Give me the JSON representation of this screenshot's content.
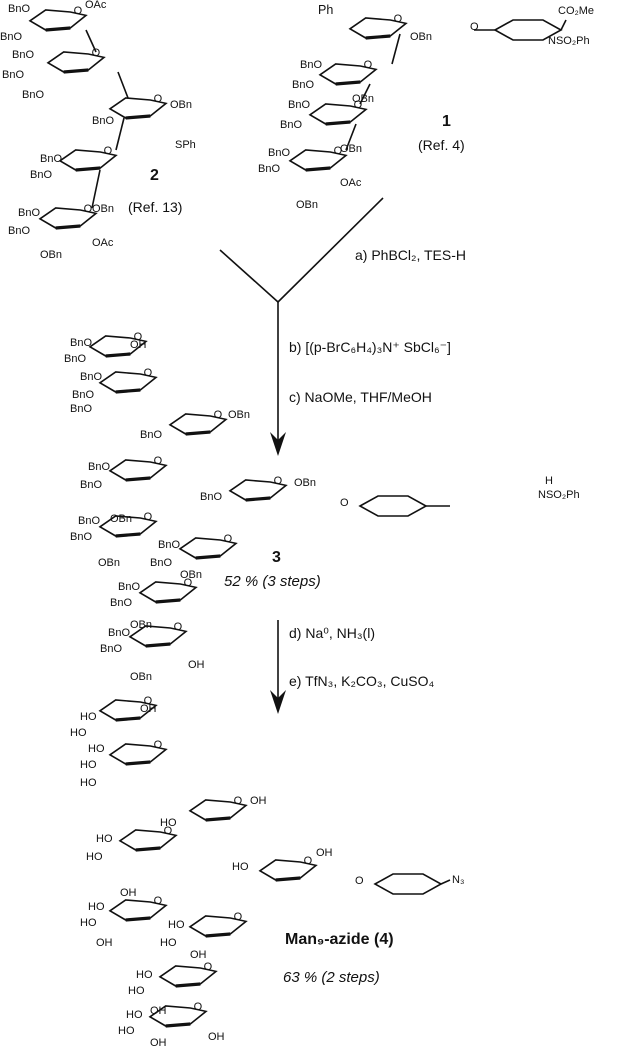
{
  "compounds": {
    "c2": {
      "number": "2",
      "ref": "(Ref. 13)"
    },
    "c1": {
      "number": "1",
      "ref": "(Ref. 4)",
      "aglycone_top": "CO₂Me",
      "aglycone_bottom": "NSO₂Ph",
      "acetal": "Ph"
    },
    "c3": {
      "number": "3",
      "yield": "52 % (3 steps)",
      "aglycone_h": "H",
      "aglycone": "NSO₂Ph"
    },
    "c4": {
      "name": "Man₉-azide (4)",
      "yield": "63 % (2 steps)",
      "aglycone": "N₃"
    }
  },
  "steps": {
    "a": "a) PhBCl₂, TES-H",
    "b": "b) [(p-BrC₆H₄)₃N⁺ SbCl₆⁻]",
    "c": "c) NaOMe, THF/MeOH",
    "d": "d) Na⁰, NH₃(l)",
    "e": "e) TfN₃, K₂CO₃, CuSO₄"
  },
  "substituents": {
    "OAc": "OAc",
    "BnO": "BnO",
    "OBn": "OBn",
    "SPh": "SPh",
    "OH": "OH",
    "HO": "HO",
    "O": "O"
  }
}
